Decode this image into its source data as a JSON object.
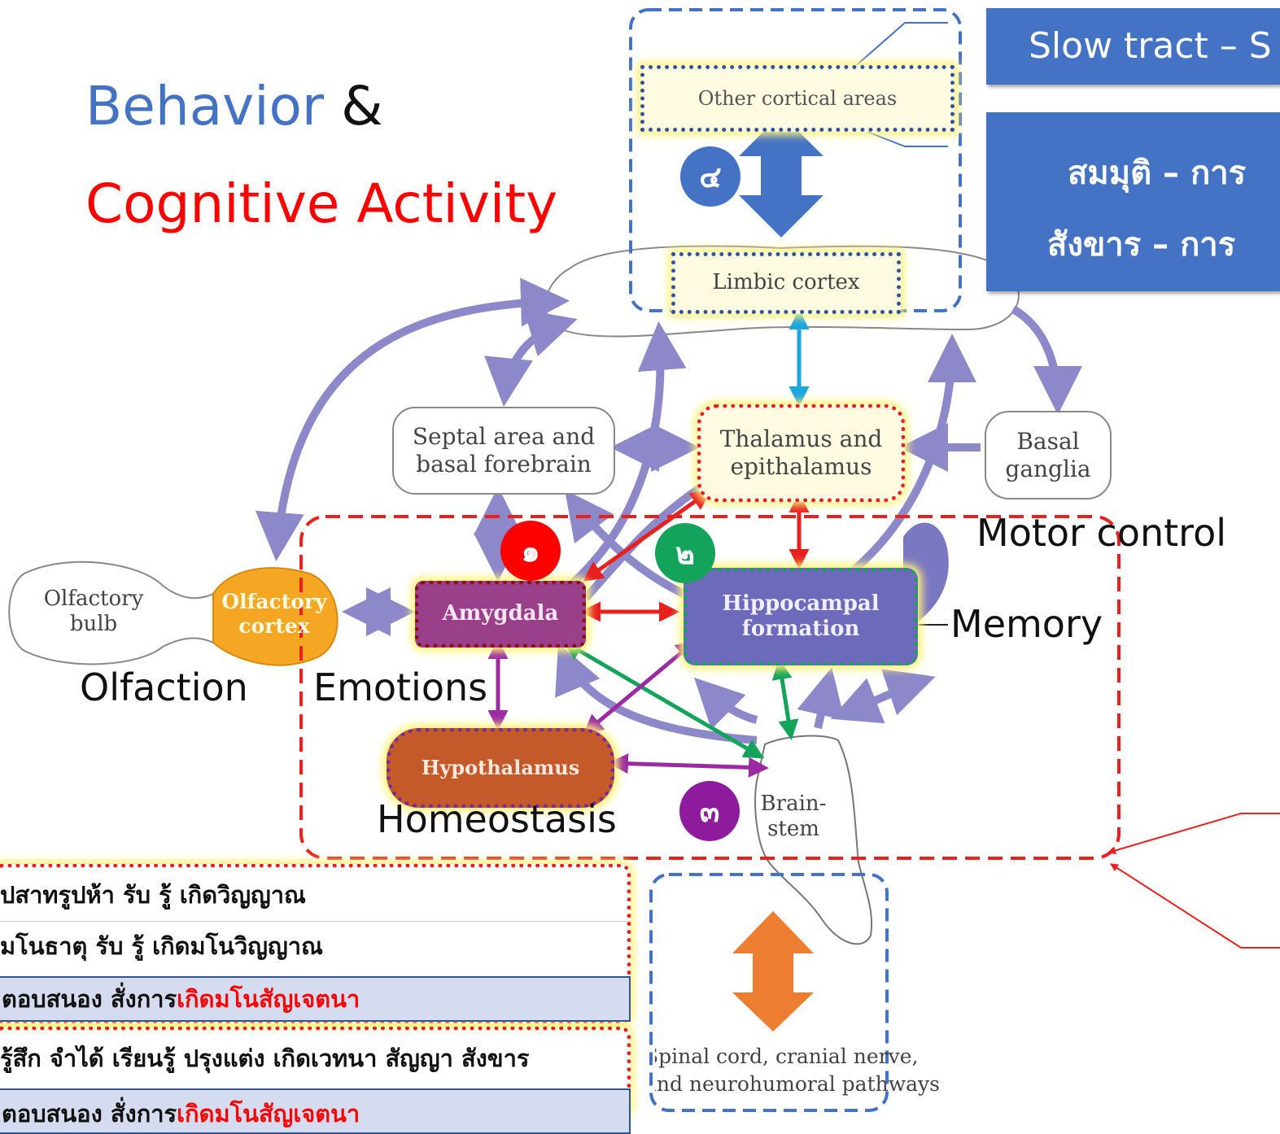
{
  "title": {
    "behavior": "Behavior",
    "amp": "&",
    "cognitive": "Cognitive Activity"
  },
  "colors": {
    "title_blue": "#4472c4",
    "title_red": "#ff0000",
    "arrow_purple": "#8d88c9",
    "arrow_red": "#e8201e",
    "arrow_green": "#14a35a",
    "arrow_violet": "#9b2aa3",
    "arrow_cyan": "#1aa6df",
    "arrow_blue": "#4472c4",
    "arrow_orange": "#ed7d31",
    "box_blue": "#4472c4"
  },
  "nodes": {
    "other_cortical": "Other cortical areas",
    "limbic_cortex": "Limbic cortex",
    "septal_l1": "Septal area and",
    "septal_l2": "basal forebrain",
    "thalamus_l1": "Thalamus and",
    "thalamus_l2": "epithalamus",
    "basal_l1": "Basal",
    "basal_l2": "ganglia",
    "olf_bulb_l1": "Olfactory",
    "olf_bulb_l2": "bulb",
    "olf_cortex_l1": "Olfactory",
    "olf_cortex_l2": "cortex",
    "amygdala": "Amygdala",
    "hippo_l1": "Hippocampal",
    "hippo_l2": "formation",
    "hypothalamus": "Hypothalamus",
    "brainstem_l1": "Brain-",
    "brainstem_l2": "stem",
    "spinal_l1": "Spinal cord, cranial nerve,",
    "spinal_l2": "and neurohumoral pathways"
  },
  "labels": {
    "olfaction": "Olfaction",
    "emotions": "Emotions",
    "homeostasis": "Homeostasis",
    "memory": "Memory",
    "motor_control": "Motor control"
  },
  "badges": {
    "b1": "๑",
    "b2": "๒",
    "b3": "๓",
    "b4": "๔"
  },
  "right_boxes": {
    "slow_tract": "Slow tract – S",
    "line1": "สมมุติ – การ",
    "line2": "สังขาร – การ"
  },
  "bottom_rows": [
    {
      "text": "ปสาทรูปห้า รับ รู้ เกิดวิญญาณ",
      "red": ""
    },
    {
      "text": "มโนธาตุ รับ รู้ เกิดมโนวิญญาณ",
      "red": ""
    },
    {
      "text": "ตอบสนอง สั่งการ ",
      "red": "เกิดมโนสัญเจตนา"
    },
    {
      "text": "รู้สึก จำได้ เรียนรู้ ปรุงแต่ง เกิดเวทนา สัญญา สังขาร",
      "red": ""
    },
    {
      "text": "ตอบสนอง สั่งการ ",
      "red": "เกิดมโนสัญเจตนา"
    }
  ]
}
